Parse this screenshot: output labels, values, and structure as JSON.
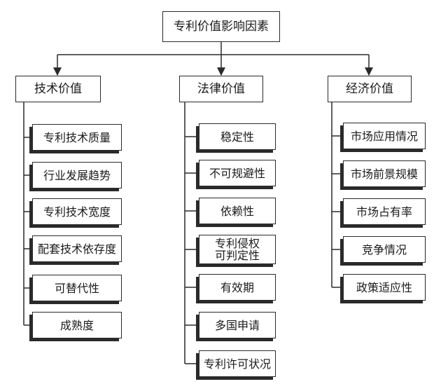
{
  "root": {
    "label": "专利价值影响因素"
  },
  "categories": [
    {
      "label": "技术价值",
      "factors": [
        "专利技术质量",
        "行业发展趋势",
        "专利技术宽度",
        "配套技术依存度",
        "可替代性",
        "成熟度"
      ]
    },
    {
      "label": "法律价值",
      "factors": [
        "稳定性",
        "不可规避性",
        "依赖性",
        "专利侵权可判定性",
        "有效期",
        "多国申请",
        "专利许可状况"
      ]
    },
    {
      "label": "经济价值",
      "factors": [
        "市场应用情况",
        "市场前景规模",
        "市场占有率",
        "竞争情况",
        "政策适应性"
      ]
    }
  ],
  "split_labels": {
    "legal_4": [
      "专利侵权",
      "可判定性"
    ]
  },
  "colors": {
    "line": "#2a2a2a",
    "box_border": "#2a2a2a",
    "text": "#1a1a1a",
    "background": "#ffffff"
  }
}
